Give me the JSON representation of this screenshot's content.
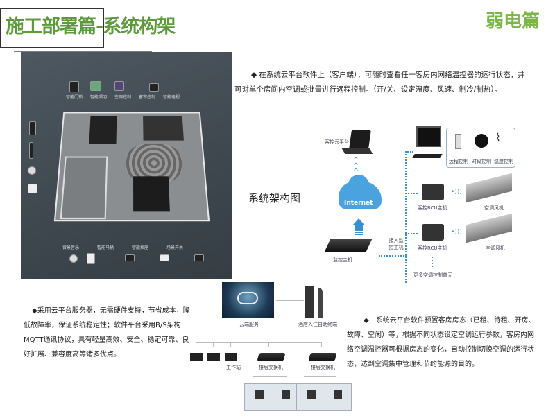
{
  "header": {
    "title": "施工部署篇-系统构架",
    "section": "弱电篇"
  },
  "room_image": {
    "labels": [
      "智能门锁",
      "智能照明",
      "空调控制",
      "窗帘控制",
      "智能电视",
      "背景音乐",
      "智能马桶",
      "智能插座",
      "场景开关"
    ]
  },
  "top_paragraph": "◆  在系统云平台软件上（客户端），可随时查看任一客房内网络温控器的运行状态，并可对单个房间内空调或批量进行远程控制。（开/关、设定温度、风速、制冷/制热）。",
  "diagram_caption": "系统架构图",
  "arch": {
    "cloud_platform": "客控云平台",
    "internet": "Internet",
    "monitor_host": "监控主机",
    "access_label": "接入监控主机",
    "controls": [
      "远程控制",
      "时段控制",
      "温度控制"
    ],
    "rcu1": "客控RCU主机",
    "rcu2": "客控RCU主机",
    "fan1": "空调风机",
    "fan2": "空调风机",
    "more": "更多空调控制单元"
  },
  "network": {
    "cloud_service": "云端服务",
    "kiosk": "酒店入住自助终端",
    "workstation": "工作站",
    "switch1": "楼层交换机",
    "switch2": "楼层交换机"
  },
  "left_paragraph": "◆采用云平台服务器，无需硬件支持，节省成本，降低故障率，保证系统稳定性；软件平台采用B/S架构MQTT通讯协议，具有轻量高效、安全、稳定可靠、良好扩展、兼容度高等诸多优点。",
  "right_paragraph": "◆　系统云平台软件预置客房房态（已租、待租、开房、故障、空闲）等，根据不同状态设定空调运行参数，客房内网络空调温控器可根据房态的变化，自动控制切换空调的运行状态，达到空调集中管理和节约能源的目的。",
  "colors": {
    "title": "#5d9a3b",
    "section": "#7ab648",
    "accent_blue": "#3a8fd0"
  }
}
